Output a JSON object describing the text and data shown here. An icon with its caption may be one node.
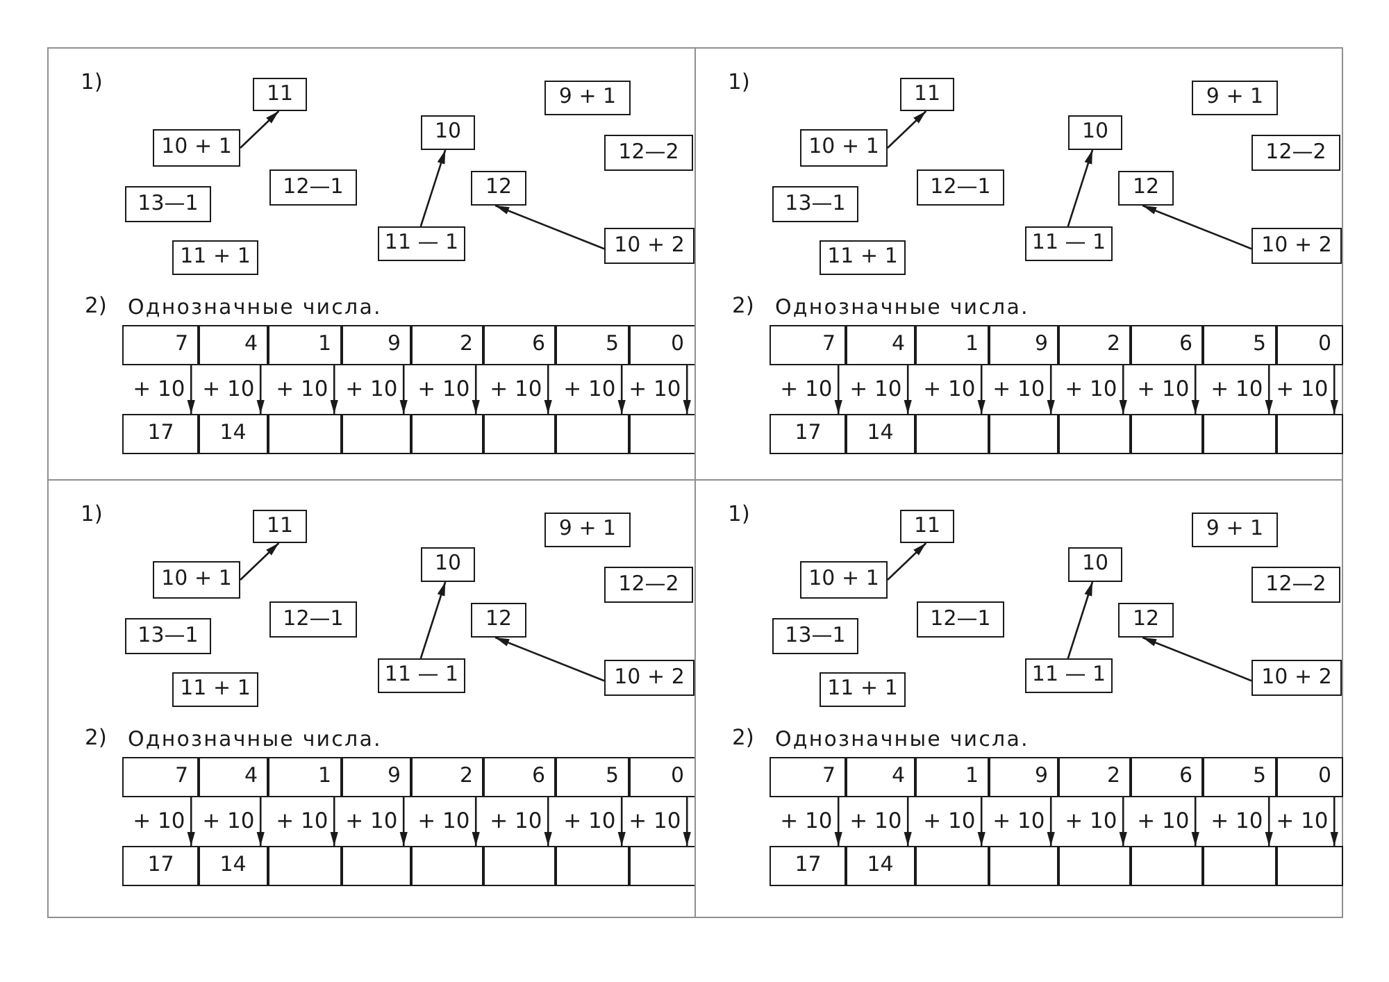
{
  "diagram": {
    "nodes": [
      {
        "text": [
          "1)",
          "2)",
          "Однозначные числа."
        ]
      },
      {
        "text": [
          "11"
        ],
        "in": 0
      },
      {
        "text": [
          "9 + 1"
        ],
        "in": 0
      },
      {
        "text": [
          "10"
        ],
        "in": 0
      },
      {
        "text": [
          "10 + 1"
        ],
        "in": 0
      },
      {
        "text": [
          "12—2"
        ],
        "in": 0
      },
      {
        "text": [
          "12—1"
        ],
        "in": 0
      },
      {
        "text": [
          "12"
        ],
        "in": 0
      },
      {
        "text": [
          "13—1"
        ],
        "in": 0
      },
      {
        "text": [
          "11 — 1"
        ],
        "in": 0
      },
      {
        "text": [
          "10 + 2"
        ],
        "in": 0
      },
      {
        "text": [
          "11 + 1"
        ],
        "in": 0
      },
      {
        "text": [
          "7"
        ],
        "in": 0
      },
      {
        "text": [
          "4"
        ],
        "in": 0
      },
      {
        "text": [
          "1"
        ],
        "in": 0
      },
      {
        "text": [
          "9"
        ],
        "in": 0
      },
      {
        "text": [
          "2"
        ],
        "in": 0
      },
      {
        "text": [
          "6"
        ],
        "in": 0
      },
      {
        "text": [
          "5"
        ],
        "in": 0
      },
      {
        "text": [
          "0"
        ],
        "in": 0
      },
      {
        "text": [
          "17"
        ],
        "in": 0
      },
      {
        "text": [
          "14"
        ],
        "in": 0
      },
      {
        "text": [],
        "shape": "box",
        "in": 0
      },
      {
        "text": [],
        "shape": "box",
        "in": 0
      },
      {
        "text": [],
        "shape": "box",
        "in": 0
      },
      {
        "text": [],
        "shape": "box",
        "in": 0
      },
      {
        "text": [],
        "shape": "box",
        "in": 0
      },
      {
        "text": [],
        "shape": "box",
        "in": 0
      },
      {
        "text": [
          "1)",
          "2)",
          "Однозначные числа."
        ]
      },
      {
        "text": [
          "11"
        ],
        "in": 28
      },
      {
        "text": [
          "9 + 1"
        ],
        "in": 28
      },
      {
        "text": [
          "10"
        ],
        "in": 28
      },
      {
        "text": [
          "10 + 1"
        ],
        "in": 28
      },
      {
        "text": [
          "12—2"
        ],
        "in": 28
      },
      {
        "text": [
          "12—1"
        ],
        "in": 28
      },
      {
        "text": [
          "12"
        ],
        "in": 28
      },
      {
        "text": [
          "13—1"
        ],
        "in": 28
      },
      {
        "text": [
          "11 — 1"
        ],
        "in": 28
      },
      {
        "text": [
          "10 + 2"
        ],
        "in": 28
      },
      {
        "text": [
          "11 + 1"
        ],
        "in": 28
      },
      {
        "text": [
          "7"
        ],
        "in": 28
      },
      {
        "text": [
          "4"
        ],
        "in": 28
      },
      {
        "text": [
          "1"
        ],
        "in": 28
      },
      {
        "text": [
          "9"
        ],
        "in": 28
      },
      {
        "text": [
          "2"
        ],
        "in": 28
      },
      {
        "text": [
          "6"
        ],
        "in": 28
      },
      {
        "text": [
          "5"
        ],
        "in": 28
      },
      {
        "text": [
          "0"
        ],
        "in": 28
      },
      {
        "text": [
          "17"
        ],
        "in": 28
      },
      {
        "text": [
          "14"
        ],
        "in": 28
      },
      {
        "text": [],
        "shape": "box",
        "in": 28
      },
      {
        "text": [],
        "shape": "box",
        "in": 28
      },
      {
        "text": [],
        "shape": "box",
        "in": 28
      },
      {
        "text": [],
        "shape": "box",
        "in": 28
      },
      {
        "text": [],
        "shape": "box",
        "in": 28
      },
      {
        "text": [],
        "shape": "box",
        "in": 28
      },
      {
        "text": [
          "1)",
          "2)",
          "Однозначные числа."
        ]
      },
      {
        "text": [
          "11"
        ],
        "in": 56
      },
      {
        "text": [
          "9 + 1"
        ],
        "in": 56
      },
      {
        "text": [
          "10"
        ],
        "in": 56
      },
      {
        "text": [
          "10 + 1"
        ],
        "in": 56
      },
      {
        "text": [
          "12—2"
        ],
        "in": 56
      },
      {
        "text": [
          "12—1"
        ],
        "in": 56
      },
      {
        "text": [
          "12"
        ],
        "in": 56
      },
      {
        "text": [
          "13—1"
        ],
        "in": 56
      },
      {
        "text": [
          "11 — 1"
        ],
        "in": 56
      },
      {
        "text": [
          "10 + 2"
        ],
        "in": 56
      },
      {
        "text": [
          "11 + 1"
        ],
        "in": 56
      },
      {
        "text": [
          "7"
        ],
        "in": 56
      },
      {
        "text": [
          "4"
        ],
        "in": 56
      },
      {
        "text": [
          "1"
        ],
        "in": 56
      },
      {
        "text": [
          "9"
        ],
        "in": 56
      },
      {
        "text": [
          "2"
        ],
        "in": 56
      },
      {
        "text": [
          "6"
        ],
        "in": 56
      },
      {
        "text": [
          "5"
        ],
        "in": 56
      },
      {
        "text": [
          "0"
        ],
        "in": 56
      },
      {
        "text": [
          "17"
        ],
        "in": 56
      },
      {
        "text": [
          "14"
        ],
        "in": 56
      },
      {
        "text": [],
        "shape": "box",
        "in": 56
      },
      {
        "text": [],
        "shape": "box",
        "in": 56
      },
      {
        "text": [],
        "shape": "box",
        "in": 56
      },
      {
        "text": [],
        "shape": "box",
        "in": 56
      },
      {
        "text": [],
        "shape": "box",
        "in": 56
      },
      {
        "text": [],
        "shape": "box",
        "in": 56
      },
      {
        "text": [
          "1)",
          "2)",
          "Однозначные числа."
        ]
      },
      {
        "text": [
          "11"
        ],
        "in": 84
      },
      {
        "text": [
          "9 + 1"
        ],
        "in": 84
      },
      {
        "text": [
          "10"
        ],
        "in": 84
      },
      {
        "text": [
          "10 + 1"
        ],
        "in": 84
      },
      {
        "text": [
          "12—2"
        ],
        "in": 84
      },
      {
        "text": [
          "12—1"
        ],
        "in": 84
      },
      {
        "text": [
          "12"
        ],
        "in": 84
      },
      {
        "text": [
          "13—1"
        ],
        "in": 84
      },
      {
        "text": [
          "11 — 1"
        ],
        "in": 84
      },
      {
        "text": [
          "10 + 2"
        ],
        "in": 84
      },
      {
        "text": [
          "11 + 1"
        ],
        "in": 84
      },
      {
        "text": [
          "7"
        ],
        "in": 84
      },
      {
        "text": [
          "4"
        ],
        "in": 84
      },
      {
        "text": [
          "1"
        ],
        "in": 84
      },
      {
        "text": [
          "9"
        ],
        "in": 84
      },
      {
        "text": [
          "2"
        ],
        "in": 84
      },
      {
        "text": [
          "6"
        ],
        "in": 84
      },
      {
        "text": [
          "5"
        ],
        "in": 84
      },
      {
        "text": [
          "0"
        ],
        "in": 84
      },
      {
        "text": [
          "17"
        ],
        "in": 84
      },
      {
        "text": [
          "14"
        ],
        "in": 84
      },
      {
        "text": [],
        "shape": "box",
        "in": 84
      },
      {
        "text": [],
        "shape": "box",
        "in": 84
      },
      {
        "text": [],
        "shape": "box",
        "in": 84
      },
      {
        "text": [],
        "shape": "box",
        "in": 84
      },
      {
        "text": [],
        "shape": "box",
        "in": 84
      },
      {
        "text": [],
        "shape": "box",
        "in": 84
      }
    ],
    "edges": [
      {
        "from": 4,
        "to": 1,
        "arrow": "to"
      },
      {
        "from": 9,
        "to": 3,
        "arrow": "to"
      },
      {
        "from": 10,
        "to": 7,
        "arrow": "to"
      },
      {
        "from": 12,
        "to": 20,
        "arrow": "to",
        "label": "+ 10"
      },
      {
        "from": 13,
        "to": 21,
        "arrow": "to",
        "label": "+ 10"
      },
      {
        "from": 14,
        "to": 22,
        "arrow": "to",
        "label": "+ 10"
      },
      {
        "from": 15,
        "to": 23,
        "arrow": "to",
        "label": "+ 10"
      },
      {
        "from": 16,
        "to": 24,
        "arrow": "to",
        "label": "+ 10"
      },
      {
        "from": 17,
        "to": 25,
        "arrow": "to",
        "label": "+ 10"
      },
      {
        "from": 18,
        "to": 26,
        "arrow": "to",
        "label": "+ 10"
      },
      {
        "from": 19,
        "to": 27,
        "arrow": "to",
        "label": "+ 10"
      },
      {
        "from": 32,
        "to": 29,
        "arrow": "to"
      },
      {
        "from": 37,
        "to": 31,
        "arrow": "to"
      },
      {
        "from": 38,
        "to": 35,
        "arrow": "to"
      },
      {
        "from": 40,
        "to": 48,
        "arrow": "to",
        "label": "+ 10"
      },
      {
        "from": 41,
        "to": 49,
        "arrow": "to",
        "label": "+ 10"
      },
      {
        "from": 42,
        "to": 50,
        "arrow": "to",
        "label": "+ 10"
      },
      {
        "from": 43,
        "to": 51,
        "arrow": "to",
        "label": "+ 10"
      },
      {
        "from": 44,
        "to": 52,
        "arrow": "to",
        "label": "+ 10"
      },
      {
        "from": 45,
        "to": 53,
        "arrow": "to",
        "label": "+ 10"
      },
      {
        "from": 46,
        "to": 54,
        "arrow": "to",
        "label": "+ 10"
      },
      {
        "from": 47,
        "to": 55,
        "arrow": "to",
        "label": "+ 10"
      },
      {
        "from": 60,
        "to": 57,
        "arrow": "to"
      },
      {
        "from": 65,
        "to": 59,
        "arrow": "to"
      },
      {
        "from": 66,
        "to": 63,
        "arrow": "to"
      },
      {
        "from": 68,
        "to": 76,
        "arrow": "to",
        "label": "+ 10"
      },
      {
        "from": 69,
        "to": 77,
        "arrow": "to",
        "label": "+ 10"
      },
      {
        "from": 70,
        "to": 78,
        "arrow": "to",
        "label": "+ 10"
      },
      {
        "from": 71,
        "to": 79,
        "arrow": "to",
        "label": "+ 10"
      },
      {
        "from": 72,
        "to": 80,
        "arrow": "to",
        "label": "+ 10"
      },
      {
        "from": 73,
        "to": 81,
        "arrow": "to",
        "label": "+ 10"
      },
      {
        "from": 74,
        "to": 82,
        "arrow": "to",
        "label": "+ 10"
      },
      {
        "from": 75,
        "to": 83,
        "arrow": "to",
        "label": "+ 10"
      },
      {
        "from": 88,
        "to": 85,
        "arrow": "to"
      },
      {
        "from": 93,
        "to": 87,
        "arrow": "to"
      },
      {
        "from": 94,
        "to": 91,
        "arrow": "to"
      },
      {
        "from": 96,
        "to": 104,
        "arrow": "to",
        "label": "+ 10"
      },
      {
        "from": 97,
        "to": 105,
        "arrow": "to",
        "label": "+ 10"
      },
      {
        "from": 98,
        "to": 106,
        "arrow": "to",
        "label": "+ 10"
      },
      {
        "from": 99,
        "to": 107,
        "arrow": "to",
        "label": "+ 10"
      },
      {
        "from": 100,
        "to": 108,
        "arrow": "to",
        "label": "+ 10"
      },
      {
        "from": 101,
        "to": 109,
        "arrow": "to",
        "label": "+ 10"
      },
      {
        "from": 102,
        "to": 110,
        "arrow": "to",
        "label": "+ 10"
      },
      {
        "from": 103,
        "to": 111,
        "arrow": "to",
        "label": "+ 10"
      }
    ]
  }
}
